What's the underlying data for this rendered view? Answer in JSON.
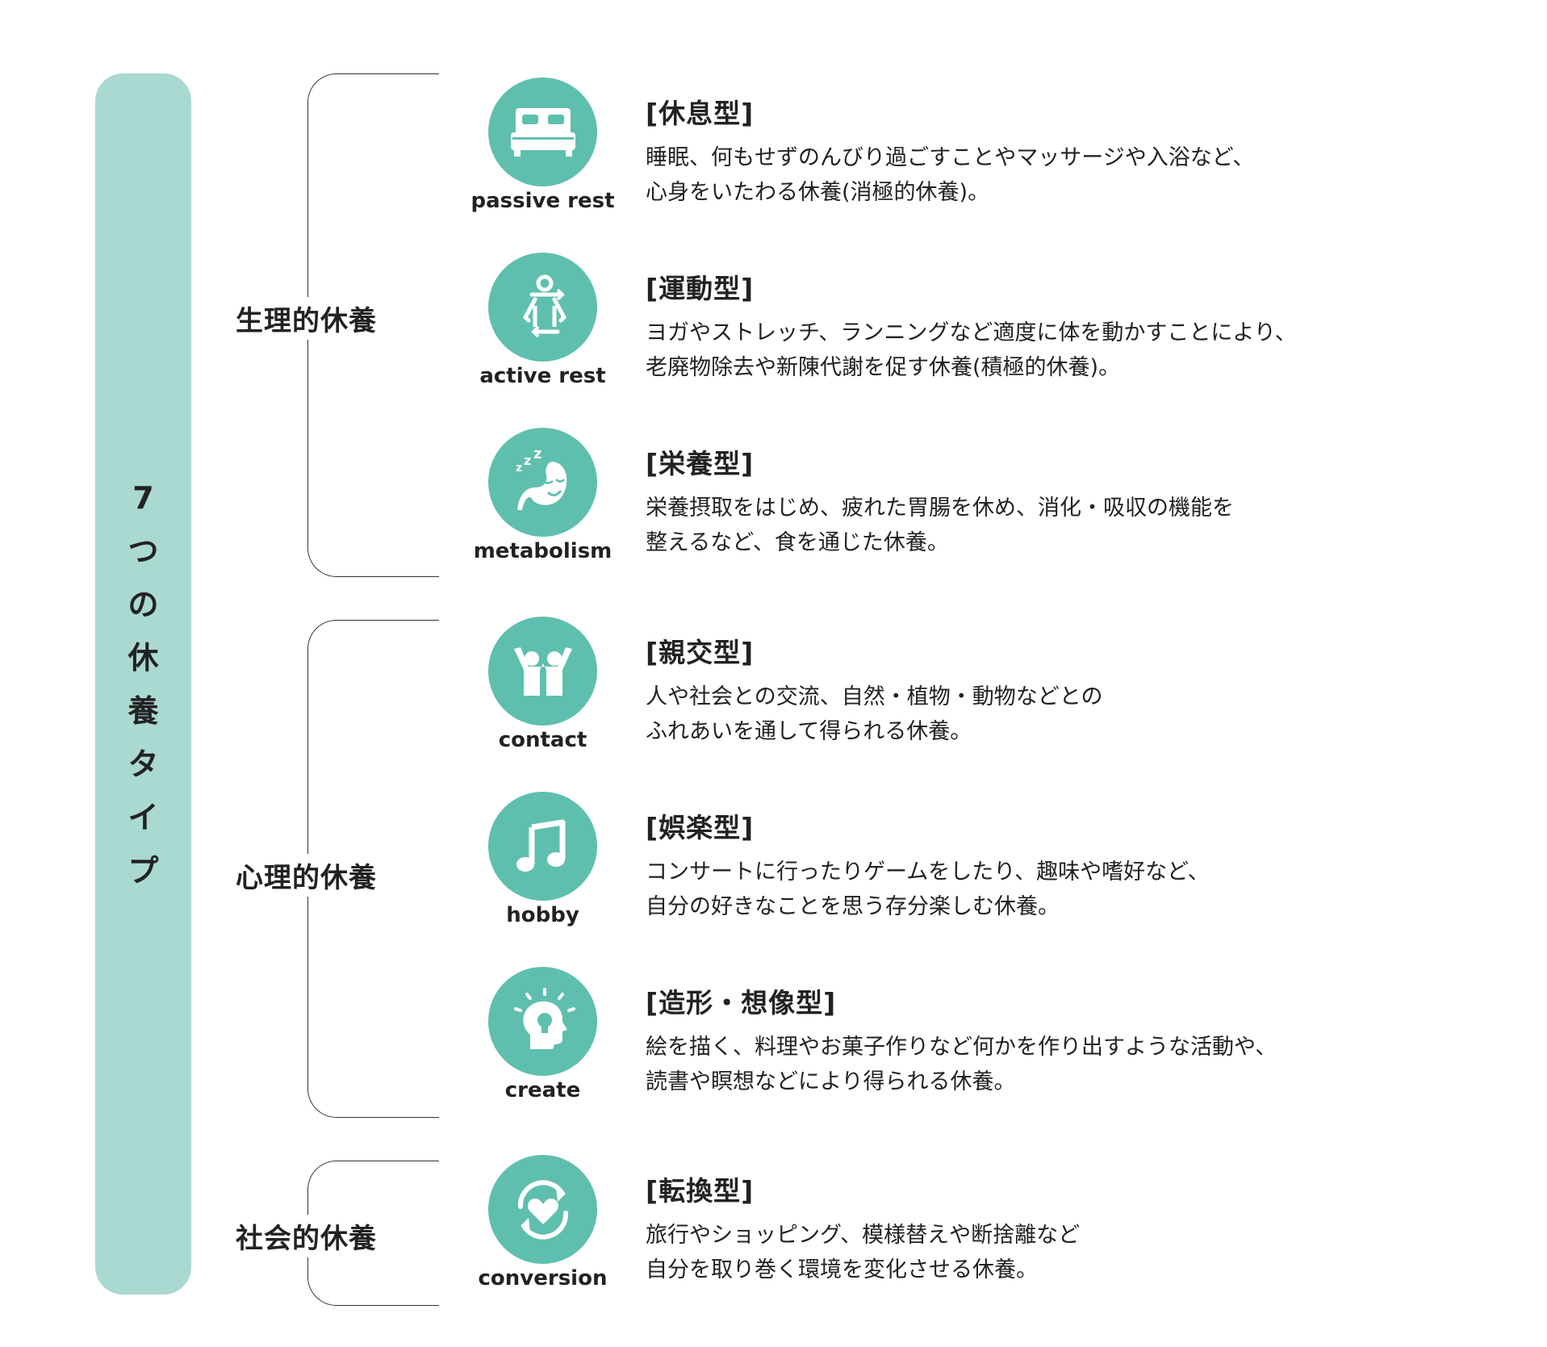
{
  "side_title": "7つの休養タイプ",
  "groups": [
    {
      "label": "生理的休養"
    },
    {
      "label": "心理的休養"
    },
    {
      "label": "社会的休養"
    }
  ],
  "items": [
    {
      "icon": "bed-icon",
      "en_label": "passive rest",
      "title": "[休息型]",
      "lines": [
        "睡眠、何もせずのんびり過ごすことやマッサージや入浴など、",
        "心身をいたわる休養(消極的休養)。"
      ]
    },
    {
      "icon": "stretching-person-icon",
      "en_label": "active rest",
      "title": "[運動型]",
      "lines": [
        "ヨガやストレッチ、ランニングなど適度に体を動かすことにより、",
        "老廃物除去や新陳代謝を促す休養(積極的休養)。"
      ]
    },
    {
      "icon": "sleeping-stomach-icon",
      "en_label": "metabolism",
      "title": "[栄養型]",
      "lines": [
        "栄養摂取をはじめ、疲れた胃腸を休め、消化・吸収の機能を",
        "整えるなど、食を通じた休養。"
      ]
    },
    {
      "icon": "people-cheering-icon",
      "en_label": "contact",
      "title": "[親交型]",
      "lines": [
        "人や社会との交流、自然・植物・動物などとの",
        "ふれあいを通して得られる休養。"
      ]
    },
    {
      "icon": "music-note-icon",
      "en_label": "hobby",
      "title": "[娯楽型]",
      "lines": [
        "コンサートに行ったりゲームをしたり、趣味や嗜好など、",
        "自分の好きなことを思う存分楽しむ休養。"
      ]
    },
    {
      "icon": "lightbulb-head-icon",
      "en_label": "create",
      "title": "[造形・想像型]",
      "lines": [
        "絵を描く、料理やお菓子作りなど何かを作り出すような活動や、",
        "読書や瞑想などにより得られる休養。"
      ]
    },
    {
      "icon": "heart-cycle-icon",
      "en_label": "conversion",
      "title": "[転換型]",
      "lines": [
        "旅行やショッピング、模様替えや断捨離など",
        "自分を取り巻く環境を変化させる休養。"
      ]
    }
  ],
  "colors": {
    "bar": "#aad9d1",
    "icon_circle": "#5fbfae",
    "text": "#222222",
    "bracket": "#333333"
  }
}
